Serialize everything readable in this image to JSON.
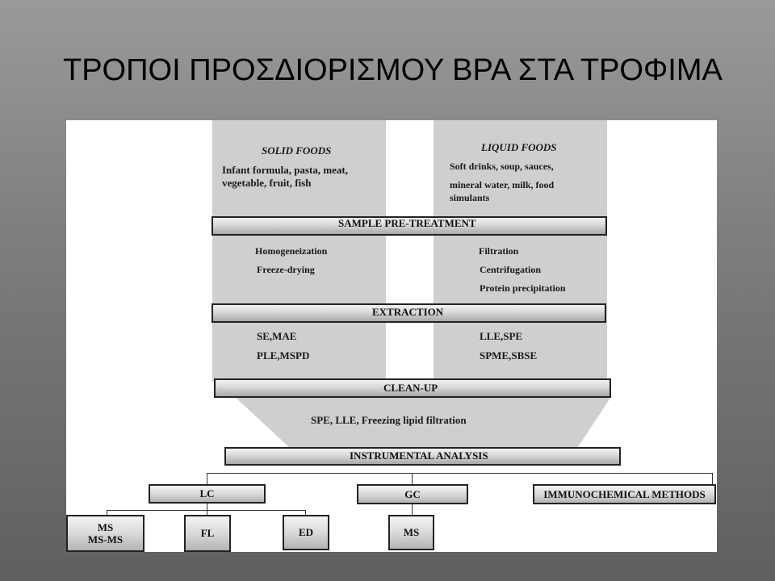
{
  "slide": {
    "title": "ΤΡΟΠΟΙ ΠΡΟΣΔΙΟΡΙΣΜΟΥ ΒΡΑ ΣΤΑ ΤΡΟΦΙΜΑ"
  },
  "diagram": {
    "solid": {
      "heading": "SOLID FOODS",
      "line1": "Infant formula, pasta, meat,",
      "line2": "vegetable, fruit, fish"
    },
    "liquid": {
      "heading": "LIQUID FOODS",
      "line1": "Soft drinks, soup, sauces,",
      "line2": "mineral water, milk, food",
      "line3": "simulants"
    },
    "pretreatment": {
      "label": "SAMPLE PRE-TREATMENT",
      "solid_methods": [
        "Homogeneization",
        "Freeze-drying"
      ],
      "liquid_methods": [
        "Filtration",
        "Centrifugation",
        "Protein precipitation"
      ]
    },
    "extraction": {
      "label": "EXTRACTION",
      "solid_methods": [
        "SE,MAE",
        "PLE,MSPD"
      ],
      "liquid_methods": [
        "LLE,SPE",
        "SPME,SBSE"
      ]
    },
    "cleanup": {
      "label": "CLEAN-UP",
      "methods": "SPE, LLE, Freezing lipid filtration"
    },
    "analysis": {
      "label": "INSTRUMENTAL ANALYSIS",
      "lc": "LC",
      "gc": "GC",
      "immuno": "IMMUNOCHEMICAL METHODS",
      "ms_line1": "MS",
      "ms_line2": "MS-MS",
      "fl": "FL",
      "ed": "ED",
      "gc_ms": "MS"
    }
  }
}
